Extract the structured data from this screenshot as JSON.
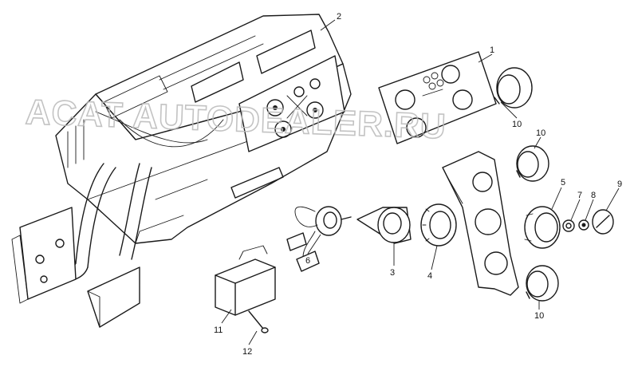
{
  "watermark": "ACAT AUTODEALER.RU",
  "colors": {
    "line": "#1a1a1a",
    "watermark": "#b9b9b9",
    "background": "#ffffff"
  },
  "callouts": [
    {
      "id": "c1",
      "text": "1"
    },
    {
      "id": "c2",
      "text": "2"
    },
    {
      "id": "c3",
      "text": "3"
    },
    {
      "id": "c4",
      "text": "4"
    },
    {
      "id": "c5",
      "text": "5"
    },
    {
      "id": "c6",
      "text": "6"
    },
    {
      "id": "c7",
      "text": "7"
    },
    {
      "id": "c8",
      "text": "8"
    },
    {
      "id": "c9",
      "text": "9"
    },
    {
      "id": "c10a",
      "text": "10"
    },
    {
      "id": "c10b",
      "text": "10"
    },
    {
      "id": "c10c",
      "text": "10"
    },
    {
      "id": "c11",
      "text": "11"
    },
    {
      "id": "c12",
      "text": "12"
    }
  ]
}
